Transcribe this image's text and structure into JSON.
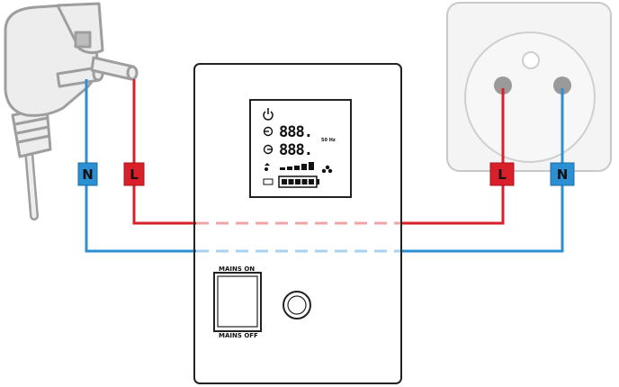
{
  "colors": {
    "live": "#d9202a",
    "neutral": "#2b8fd1",
    "live_faded": "#f0a5a5",
    "neutral_faded": "#a8d2f0",
    "outline": "#222222",
    "device_gray": "#b5b5b5"
  },
  "tags": {
    "plug_neutral": "N",
    "plug_live": "L",
    "socket_live": "L",
    "socket_neutral": "N"
  },
  "display": {
    "input_voltage": "888.",
    "output_voltage": "888.",
    "frequency": "50 Hz",
    "icons": [
      "power-icon",
      "input-icon",
      "output-icon",
      "signal-icon",
      "fan-icon",
      "battery-icon"
    ]
  },
  "switch": {
    "on_label": "MAINS ON",
    "off_label": "MAINS OFF"
  }
}
